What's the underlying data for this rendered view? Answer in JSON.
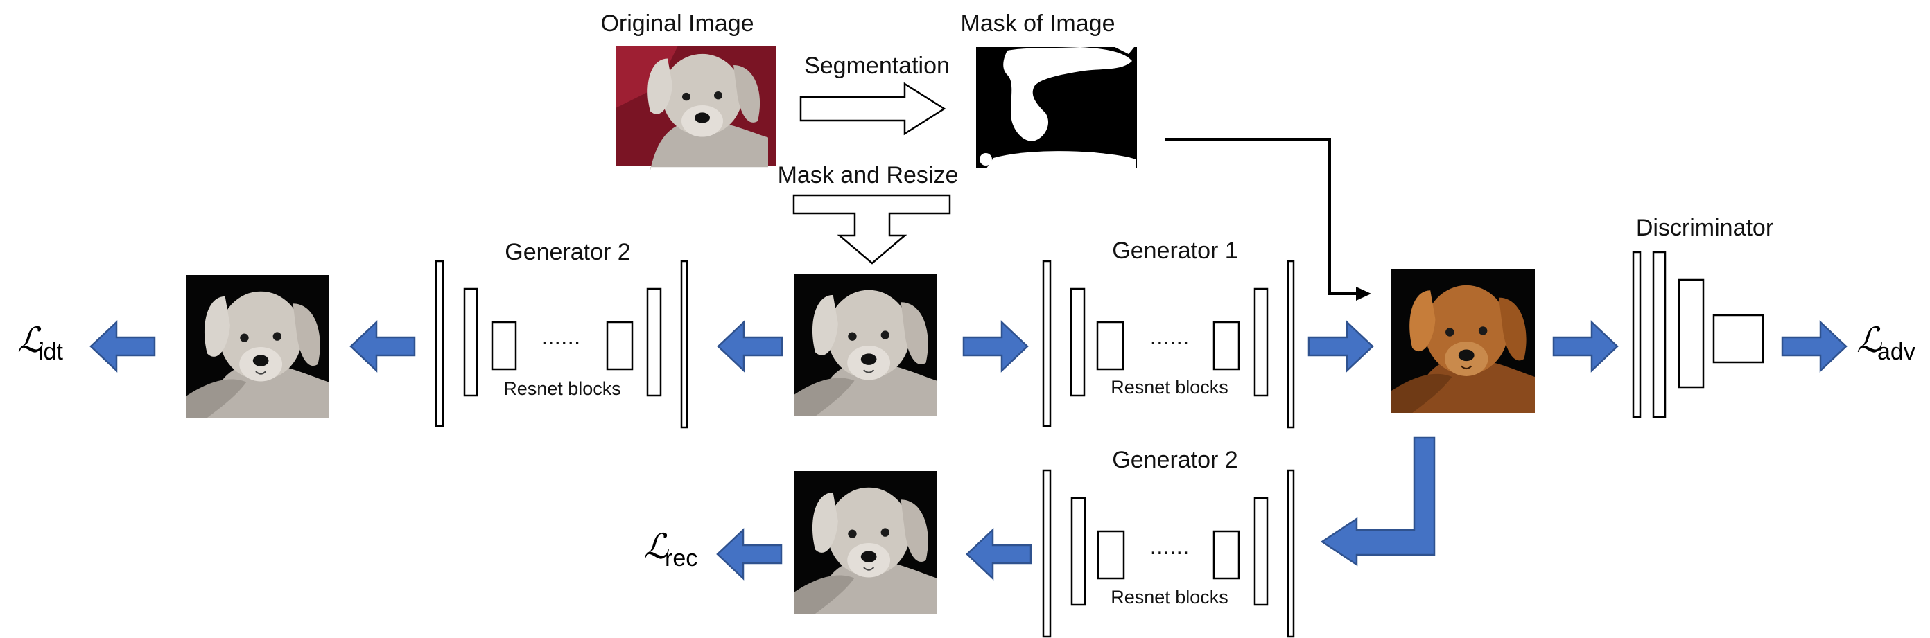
{
  "labels": {
    "original_image": "Original Image",
    "mask_of_image": "Mask of Image",
    "segmentation": "Segmentation",
    "mask_and_resize": "Mask and Resize",
    "generator1": "Generator 1",
    "generator2_top": "Generator 2",
    "generator2_bottom": "Generator 2",
    "discriminator": "Discriminator",
    "resnet_top_left": "Resnet blocks",
    "resnet_top_right": "Resnet blocks",
    "resnet_bottom": "Resnet blocks",
    "dots": "......"
  },
  "losses": {
    "symbol": "ℒ",
    "idt": "idt",
    "rec": "rec",
    "adv": "adv"
  },
  "colors": {
    "arrow_fill": "#4472C4",
    "arrow_stroke": "#2F528F",
    "block_stroke": "#000000",
    "background": "#ffffff"
  }
}
